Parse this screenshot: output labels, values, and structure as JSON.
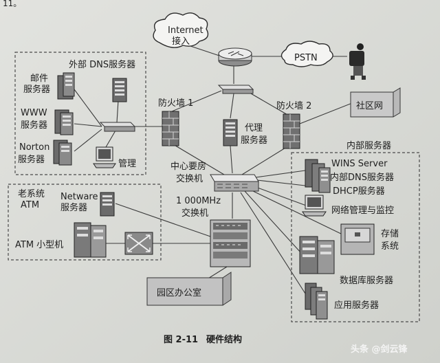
{
  "top_text": "11。",
  "nodes": {
    "internet": "Internet",
    "internet_sub": "接入",
    "pstn": "PSTN",
    "external_dns": "外部 DNS服务器",
    "mail_1": "邮件",
    "mail_2": "服务器",
    "www_1": "WWW",
    "www_2": "服务器",
    "norton_1": "Norton",
    "norton_2": "服务器",
    "manage": "管理",
    "firewall_1": "防火墙 1",
    "firewall_2": "防火墙 2",
    "proxy_1": "代理",
    "proxy_2": "服务器",
    "community": "社区网",
    "internal_servers": "内部服务器",
    "wins": "WINS Server",
    "internal_dns": "内部DNS服务器",
    "dhcp": "DHCP服务器",
    "netmon": "网络管理与监控",
    "storage_1": "存储",
    "storage_2": "系统",
    "database": "数据库服务器",
    "app": "应用服务器",
    "core_1": "中心要房",
    "core_2": "交换机",
    "gig_1": "1 000MHz",
    "gig_2": "交换机",
    "legacy_1": "老系统",
    "legacy_2": "ATM",
    "netware_1": "Netware",
    "netware_2": "服务器",
    "atm_mini": "ATM 小型机",
    "campus": "园区办公室"
  },
  "caption": {
    "number": "图 2-11",
    "title": "硬件结构"
  },
  "watermark": "头条 @剑云锋"
}
